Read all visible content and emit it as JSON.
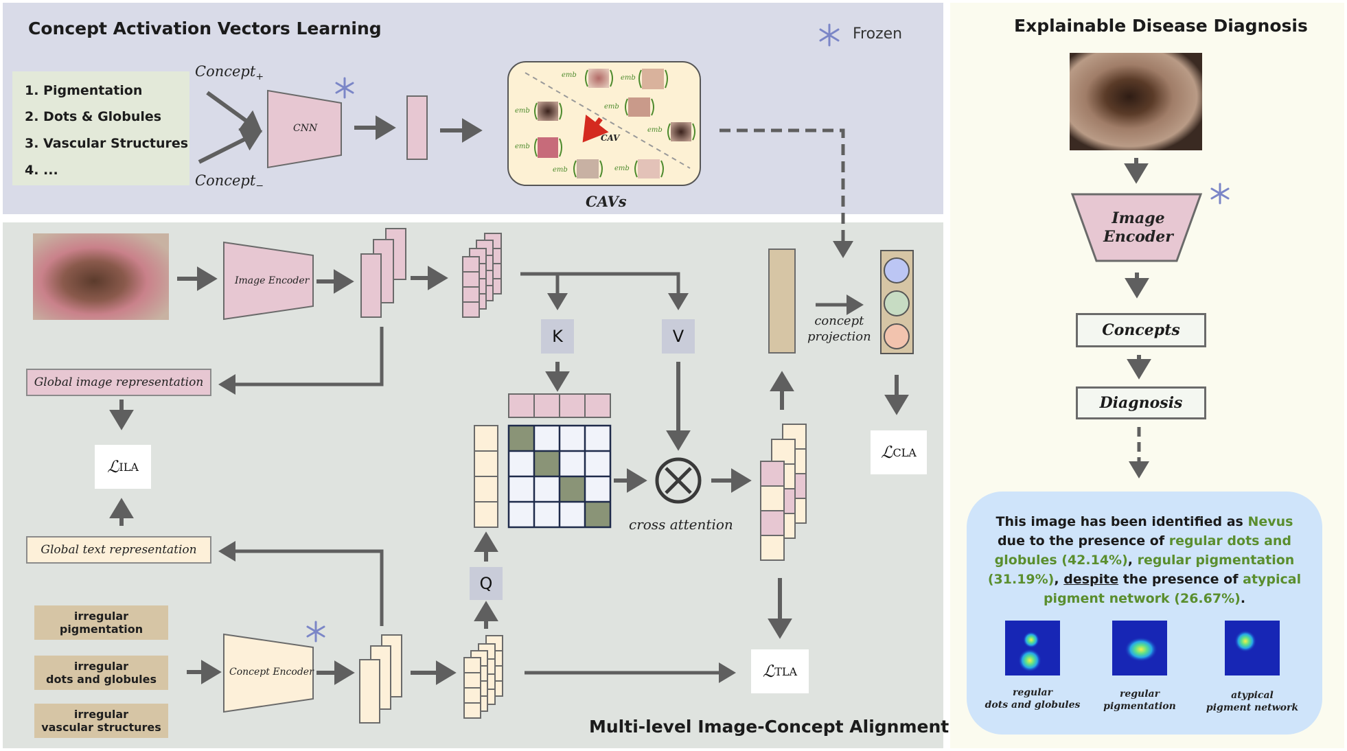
{
  "cav_panel": {
    "title": "Concept Activation Vectors Learning",
    "frozen_label": "Frozen",
    "concepts": [
      "1. Pigmentation",
      "2. Dots & Globules",
      "3. Vascular Structures",
      "4. ..."
    ],
    "concept_pos": "Concept",
    "concept_pos_sub": "+",
    "concept_neg": "Concept",
    "concept_neg_sub": "−",
    "cnn_label": "CNN",
    "cav_label": "CAV",
    "emb_label": "emb",
    "cavs_caption": "CAVs"
  },
  "alignment_panel": {
    "title": "Multi-level Image-Concept Alignment",
    "image_encoder_label": "Image Encoder",
    "concept_encoder_label": "Concept Encoder",
    "global_image_repr": "Global image representation",
    "global_text_repr": "Global text representation",
    "concept_tags": [
      {
        "line1": "irregular",
        "line2": "pigmentation"
      },
      {
        "line1": "irregular",
        "line2": "dots and globules"
      },
      {
        "line1": "irregular",
        "line2": "vascular structures"
      }
    ],
    "k_label": "K",
    "v_label": "V",
    "q_label": "Q",
    "cross_attention_label": "cross attention",
    "concept_projection_line1": "concept",
    "concept_projection_line2": "projection",
    "loss_ila": {
      "symbol": "ℒ",
      "sub": "ILA"
    },
    "loss_cla": {
      "symbol": "ℒ",
      "sub": "CLA"
    },
    "loss_tla": {
      "symbol": "ℒ",
      "sub": "TLA"
    }
  },
  "diagnosis_panel": {
    "title": "Explainable Disease Diagnosis",
    "image_encoder_line1": "Image",
    "image_encoder_line2": "Encoder",
    "concepts_label": "Concepts",
    "diagnosis_label": "Diagnosis",
    "explanation": {
      "t1": "This image has been identified as ",
      "g1": "Nevus",
      "t2": " due to the presence of ",
      "g2": " regular dots and globules (42.14%)",
      "t3": ", ",
      "g3": "regular pigmentation (31.19%)",
      "t4": ", ",
      "u1": "despite",
      "t5": " the presence of ",
      "g4": "atypical pigment network (26.67%)",
      "t6": "."
    },
    "heatmaps": [
      {
        "line1": "regular",
        "line2": "dots and globules"
      },
      {
        "line1": "regular",
        "line2": "pigmentation"
      },
      {
        "line1": "atypical",
        "line2": "pigment network"
      }
    ]
  },
  "colors": {
    "cav_bg": "#d9dbe8",
    "alignment_bg": "#dfe3df",
    "diagnosis_bg": "#fbfbef",
    "pink": "#e7c7d2",
    "cream": "#fdf0d9",
    "tan": "#d6c5a5",
    "arrow": "#5f5f5f",
    "green_text": "#5a8e2e",
    "grid_green": "#8a9477",
    "grid_line": "#1e2a4a"
  }
}
